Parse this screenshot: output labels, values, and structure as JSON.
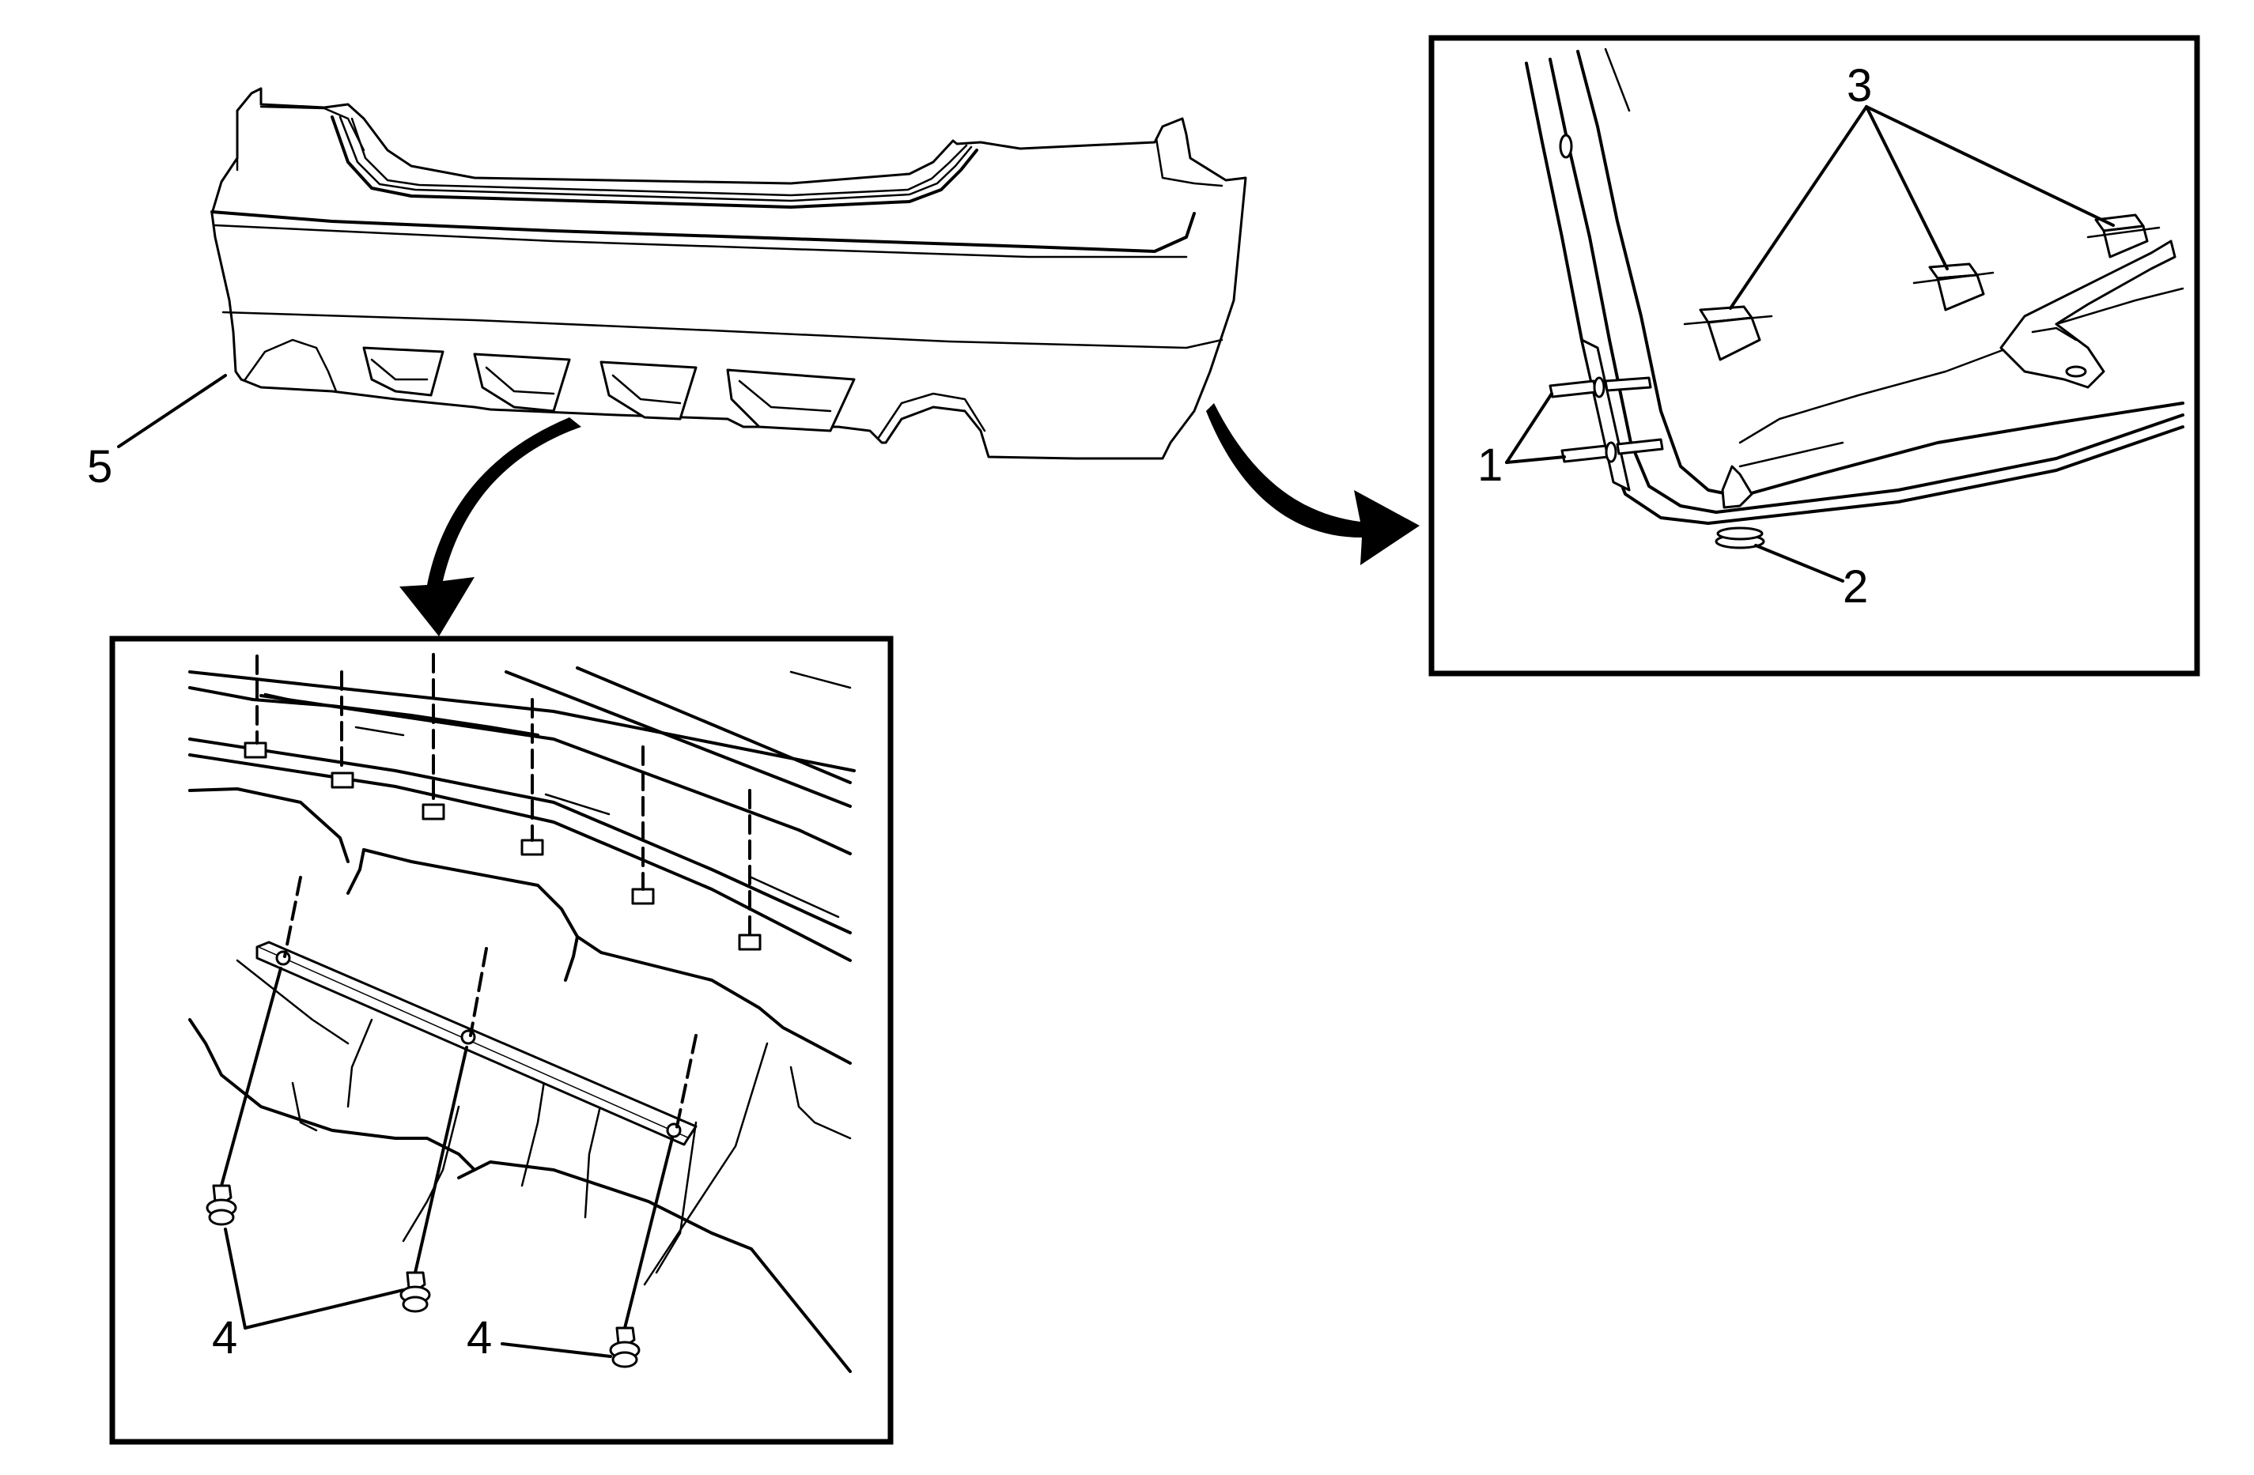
{
  "callouts": {
    "c1": "1",
    "c2": "2",
    "c3": "3",
    "c4a": "4",
    "c4b": "4",
    "c5": "5"
  },
  "colors": {
    "line": "#000000",
    "background": "#ffffff"
  }
}
